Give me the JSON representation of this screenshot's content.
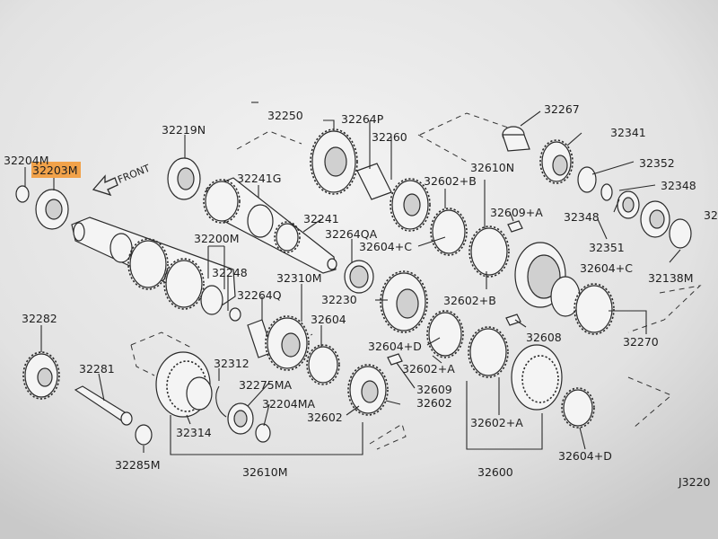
{
  "diagram": {
    "corner_code": "J3220",
    "front_label": "FRONT",
    "highlighted_part": "32203M",
    "labels": {
      "l32204M": "32204M",
      "l32203M": "32203M",
      "l32219N": "32219N",
      "l32250": "32250",
      "l32264P": "32264P",
      "l32260": "32260",
      "l32267": "32267",
      "l32341": "32341",
      "l32352": "32352",
      "l32348a": "32348",
      "l32348b": "32348",
      "l32cut": "32",
      "l32241G": "32241G",
      "l32241": "32241",
      "l32264QA": "32264QA",
      "l32604C1": "32604+C",
      "l32610N": "32610N",
      "l32602B1": "32602+B",
      "l32609A": "32609+A",
      "l32351": "32351",
      "l32604C2": "32604+C",
      "l32138M": "32138M",
      "l32200M": "32200M",
      "l32248": "32248",
      "l32310M": "32310M",
      "l32264Q": "32264Q",
      "l32230": "32230",
      "l32602B2": "32602+B",
      "l32282": "32282",
      "l32604": "32604",
      "l32604D1": "32604+D",
      "l32608": "32608",
      "l32270": "32270",
      "l32312": "32312",
      "l32602A1": "32602+A",
      "l32281": "32281",
      "l32275MA": "32275MA",
      "l32609": "32609",
      "l32204MA": "32204MA",
      "l32602a": "32602",
      "l32602b": "32602",
      "l32314": "32314",
      "l32602A2": "32602+A",
      "l32604D2": "32604+D",
      "l32285M": "32285M",
      "l32610M": "32610M",
      "l32600": "32600"
    }
  }
}
